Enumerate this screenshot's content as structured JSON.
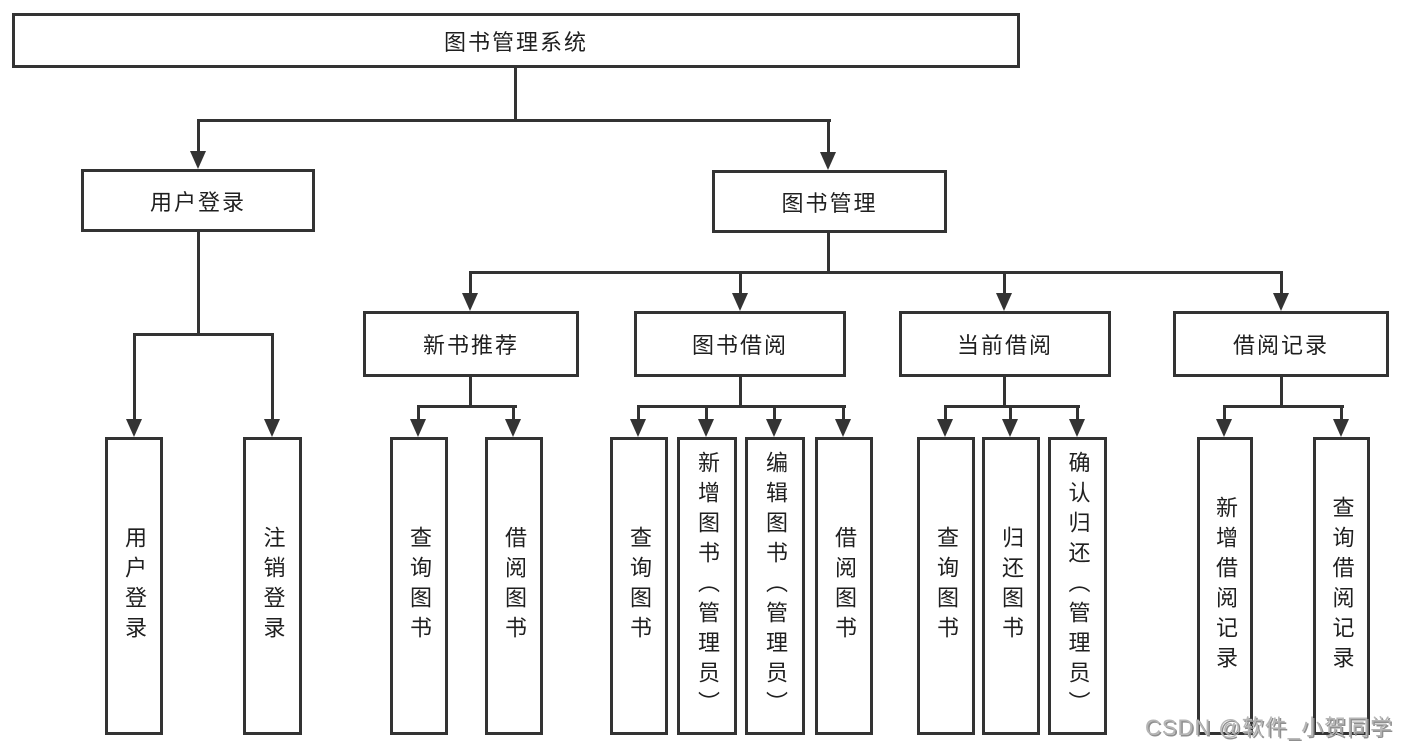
{
  "root": {
    "label": "图书管理系统"
  },
  "level2": [
    {
      "label": "用户登录"
    },
    {
      "label": "图书管理"
    }
  ],
  "level3": [
    {
      "label": "新书推荐"
    },
    {
      "label": "图书借阅"
    },
    {
      "label": "当前借阅"
    },
    {
      "label": "借阅记录"
    }
  ],
  "leaves": [
    {
      "label": "用户登录"
    },
    {
      "label": "注销登录"
    },
    {
      "label": "查询图书"
    },
    {
      "label": "借阅图书"
    },
    {
      "label": "查询图书"
    },
    {
      "label": "新增图书（管理员）"
    },
    {
      "label": "编辑图书（管理员）"
    },
    {
      "label": "借阅图书"
    },
    {
      "label": "查询图书"
    },
    {
      "label": "归还图书"
    },
    {
      "label": "确认归还（管理员）"
    },
    {
      "label": "新增借阅记录"
    },
    {
      "label": "查询借阅记录"
    }
  ],
  "watermark": "CSDN @软件_小贺同学",
  "colors": {
    "line": "#333333",
    "box_border": "#333333",
    "box_fill": "#ffffff",
    "text": "#1f1f1f",
    "watermark": "#b5b5b5"
  }
}
